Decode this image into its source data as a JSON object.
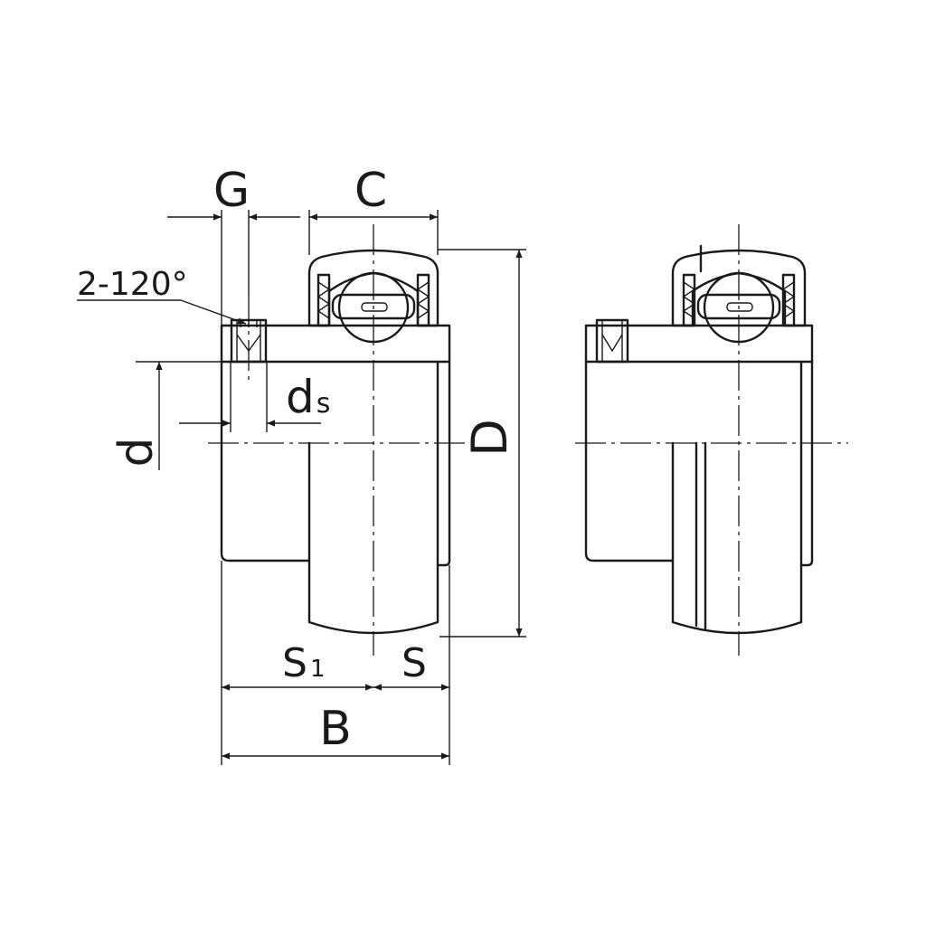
{
  "labels": {
    "g": "G",
    "c": "C",
    "angle": "2-120°",
    "ds_main": "d",
    "ds_sub": "s",
    "d_lower": "d",
    "d_upper": "D",
    "s1_main": "S",
    "s1_sub": "1",
    "s": "S",
    "b": "B"
  },
  "colors": {
    "line": "#1a1a1a",
    "background": "#ffffff"
  }
}
